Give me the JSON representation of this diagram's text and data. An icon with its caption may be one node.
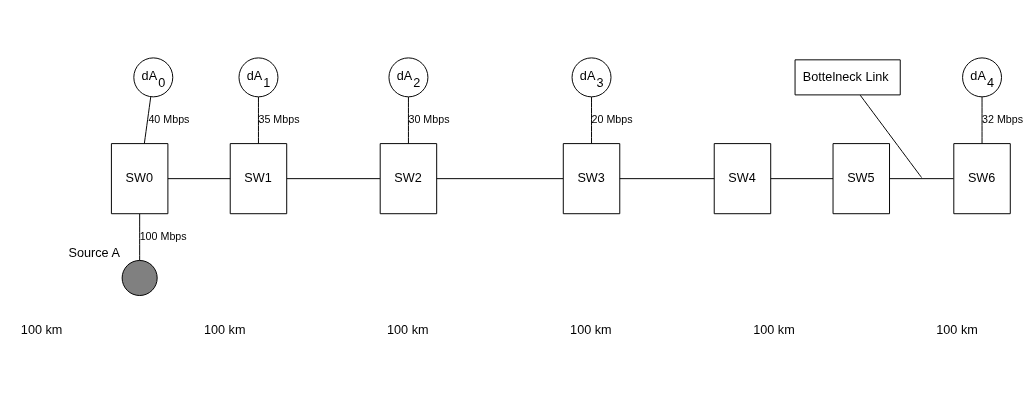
{
  "diagram": {
    "nodes": [
      {
        "text": [
          "dA$_{0}$"
        ]
      },
      {
        "text": [
          "dA$_{1}$"
        ]
      },
      {
        "text": [
          "dA$_{2}$"
        ]
      },
      {
        "text": [
          "dA$_{3}$"
        ]
      },
      {
        "text": [
          "Bottelneck Link"
        ]
      },
      {
        "text": [
          "dA$_{4}$"
        ]
      },
      {
        "text": [
          "SW0"
        ]
      },
      {
        "text": [
          "SW1"
        ]
      },
      {
        "text": [
          "SW2"
        ]
      },
      {
        "text": [
          "SW3"
        ]
      },
      {
        "text": [
          "SW4"
        ]
      },
      {
        "text": [
          "SW5"
        ]
      },
      {
        "text": [
          "SW6"
        ]
      },
      {
        "text": [],
        "shape": "circle",
        "beside": [
          "Source A"
        ]
      }
    ],
    "edges": [
      {
        "from": 6,
        "to": 7,
        "arrow": "none"
      },
      {
        "from": 7,
        "to": 8,
        "arrow": "none"
      },
      {
        "from": 8,
        "to": 9,
        "arrow": "none"
      },
      {
        "from": 9,
        "to": 10,
        "arrow": "none"
      },
      {
        "from": 10,
        "to": 11,
        "arrow": "none"
      },
      {
        "from": 11,
        "to": 12,
        "arrow": "none"
      },
      {
        "from": 0,
        "to": 6,
        "arrow": "none",
        "label": "40 Mbps"
      },
      {
        "from": 1,
        "to": 7,
        "arrow": "none",
        "label": "35 Mbps"
      },
      {
        "from": 2,
        "to": 8,
        "arrow": "none",
        "label": "30 Mbps"
      },
      {
        "from": 3,
        "to": 9,
        "arrow": "none",
        "label": "20 Mbps"
      },
      {
        "from": 5,
        "to": 12,
        "arrow": "none",
        "label": "32 Mbps"
      },
      {
        "from": 6,
        "to": 13,
        "arrow": "none",
        "label": "100 Mbps"
      },
      {
        "from": 4,
        "to": null,
        "arrow": "none"
      }
    ],
    "labels": [
      "100 km",
      "100 km",
      "100 km",
      "100 km",
      "100 km",
      "100 km"
    ]
  }
}
